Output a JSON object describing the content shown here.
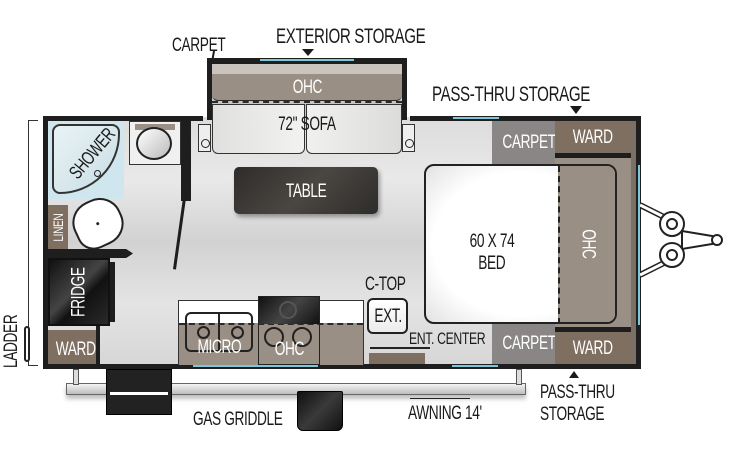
{
  "floorplan": {
    "exterior_labels": {
      "carpet_top": "CARPET",
      "exterior_storage": "EXTERIOR STORAGE",
      "pass_thru_storage_top": "PASS-THRU STORAGE",
      "ladder": "LADDER",
      "gas_griddle": "GAS GRIDDLE",
      "awning": "AWNING  14'",
      "pass_thru_storage_bottom_line1": "PASS-THRU",
      "pass_thru_storage_bottom_line2": "STORAGE"
    },
    "rooms": {
      "ohc_slide": "OHC",
      "sofa": "72\" SOFA",
      "shower": "SHOWER",
      "linen": "LINEN",
      "table": "TABLE",
      "fridge": "FRIDGE",
      "ward_front_left": "WARD",
      "micro": "MICRO",
      "ohc_kitchen": "OHC",
      "ctop": "C-TOP",
      "ext": "EXT.",
      "ent_center": "ENT. CENTER",
      "bed_line1": "60 X 74",
      "bed_line2": "BED",
      "ohc_bed": "OHC",
      "carpet_upper": "CARPET",
      "ward_upper": "WARD",
      "carpet_lower": "CARPET",
      "ward_lower": "WARD"
    },
    "colors": {
      "wall": "#1e1e1e",
      "tan": "#9a8f84",
      "brown": "#7e6f61",
      "carpet_gray": "#8a8686",
      "window_blue": "#7ec6da",
      "table": "#3b3834",
      "floor": "#dcdcdc"
    }
  }
}
